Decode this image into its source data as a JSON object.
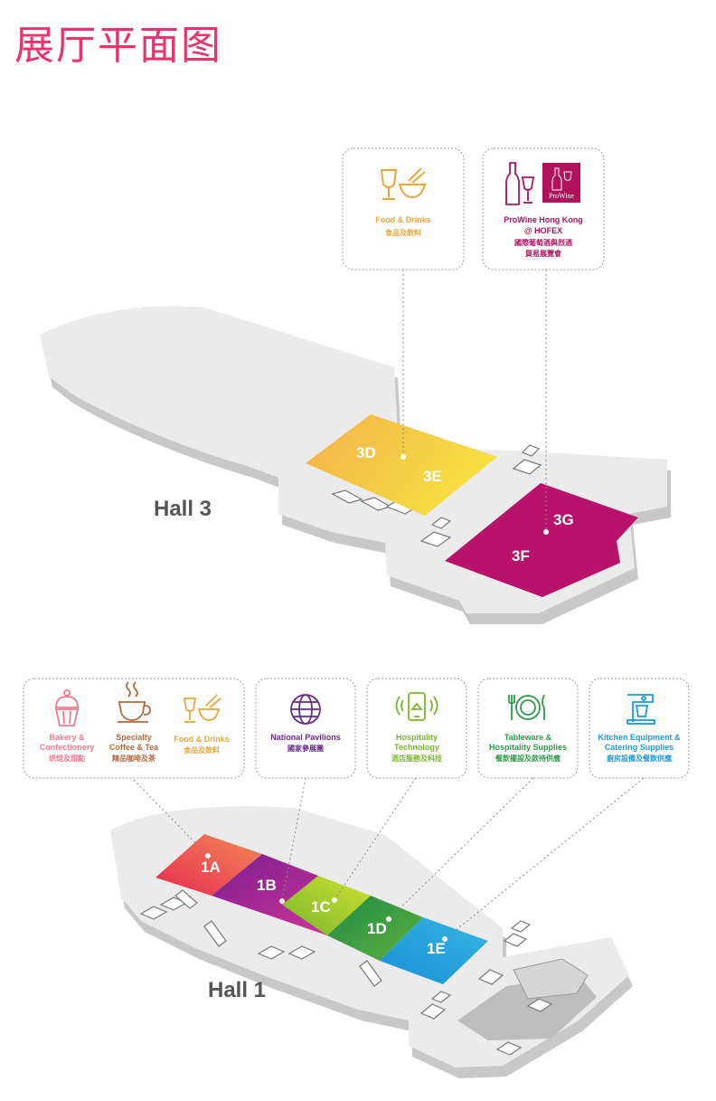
{
  "page_title": "展厅平面图",
  "halls": {
    "hall3": {
      "label": "Hall 3"
    },
    "hall1": {
      "label": "Hall 1"
    }
  },
  "zones": {
    "z3D": "3D",
    "z3E": "3E",
    "z3F": "3F",
    "z3G": "3G",
    "z1A": "1A",
    "z1B": "1B",
    "z1C": "1C",
    "z1D": "1D",
    "z1E": "1E"
  },
  "hall3_boxes": {
    "food": {
      "en": "Food & Drinks",
      "zh": "食品及飲料",
      "icon": "wine-bowl-icon",
      "color": "#e8a63c"
    },
    "prowine": {
      "en1": "ProWine Hong Kong",
      "en2": "@ HOFEX",
      "zh1": "國際葡萄酒與烈酒",
      "zh2": "貿易展覽會",
      "logo_text": "ProWine",
      "icon": "wine-bottle-icon",
      "color": "#b0125d"
    }
  },
  "hall1_boxes": {
    "bakery": {
      "en1": "Bakery &",
      "en2": "Confectionery",
      "zh": "烘焙及甜點",
      "icon": "cupcake-icon",
      "color": "#ef7a8e"
    },
    "coffee": {
      "en1": "Specialty",
      "en2": "Coffee & Tea",
      "zh": "精品咖啡及茶",
      "icon": "coffee-icon",
      "color": "#b0693e"
    },
    "food": {
      "en": "Food & Drinks",
      "zh": "食品及飲料",
      "icon": "wine-bowl-icon",
      "color": "#e8a63c"
    },
    "national": {
      "en": "National Pavilions",
      "zh": "國家參展團",
      "icon": "globe-icon",
      "color": "#6a2a8a"
    },
    "hospitality": {
      "en1": "Hospitality",
      "en2": "Technology",
      "zh": "酒店服務及科技",
      "icon": "phone-icon",
      "color": "#7bb52e"
    },
    "tableware": {
      "en1": "Tableware &",
      "en2": "Hospitality Supplies",
      "zh": "餐飲擺設及款待供應",
      "icon": "plate-icon",
      "color": "#2f9a4a"
    },
    "kitchen": {
      "en1": "Kitchen Equipment &",
      "en2": "Catering Supplies",
      "zh": "廚房設備及餐飲供應",
      "icon": "mixer-icon",
      "color": "#1c9ad6"
    }
  }
}
